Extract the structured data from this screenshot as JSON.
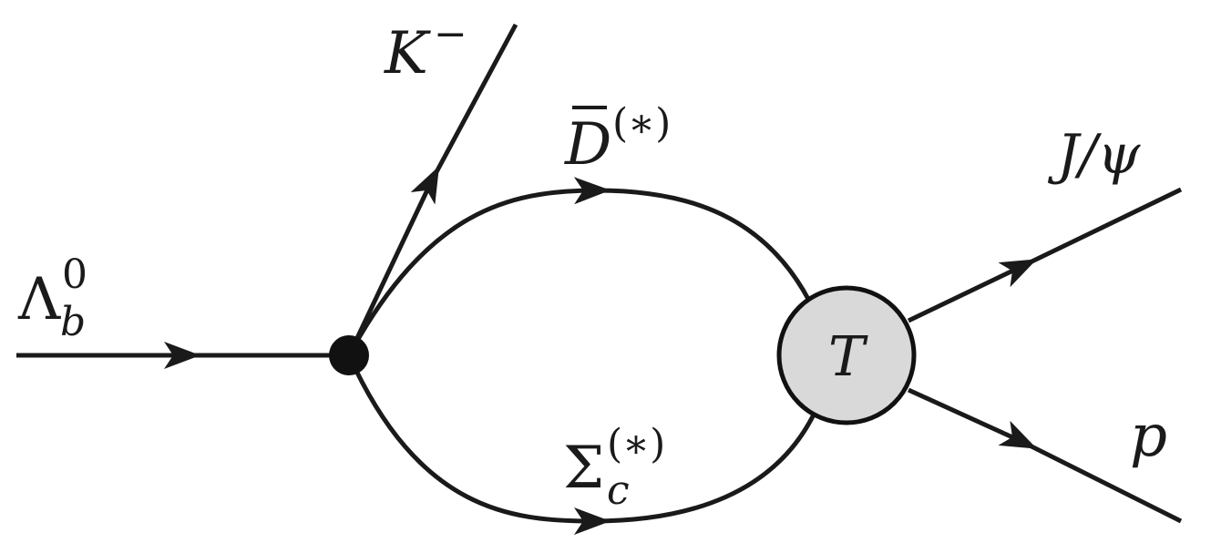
{
  "diagram": {
    "colors": {
      "line": "#1a1a1a",
      "vertex": "#111111",
      "blob_fill": "#d9d9d9",
      "blob_stroke": "#111111"
    },
    "labels": {
      "initial_symbol": "Λ",
      "initial_sub": "b",
      "initial_sup": "0",
      "kaon_symbol": "K",
      "kaon_sup": "−",
      "dbar_symbol": "D",
      "dbar_sup": "(∗)",
      "sigma_symbol": "Σ",
      "sigma_sub": "c",
      "sigma_sup": "(∗)",
      "blob_label": "T",
      "jpsi_label": "J/ψ",
      "proton_label": "p"
    }
  }
}
